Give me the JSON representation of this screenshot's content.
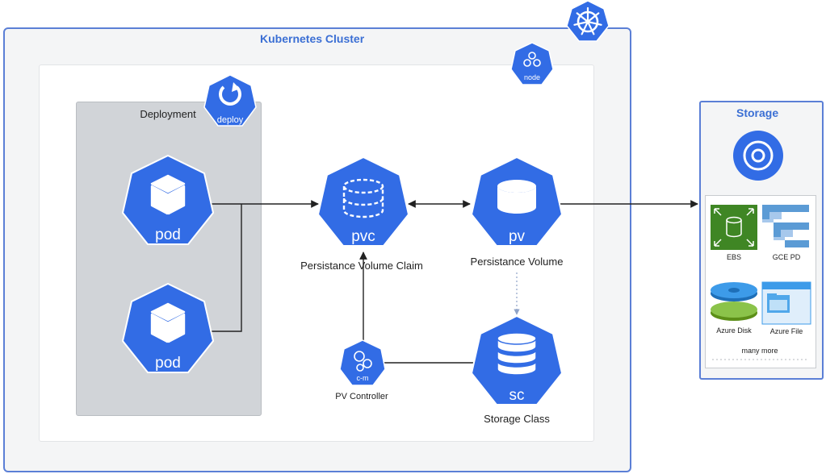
{
  "cluster": {
    "title": "Kubernetes Cluster"
  },
  "node": {
    "badge": "node"
  },
  "deployment": {
    "title": "Deployment",
    "badge": "deploy"
  },
  "pods": [
    {
      "label": "pod"
    },
    {
      "label": "pod"
    }
  ],
  "pvc": {
    "label": "pvc",
    "caption": "Persistance Volume Claim"
  },
  "pv": {
    "label": "pv",
    "caption": "Persistance Volume"
  },
  "sc": {
    "label": "sc",
    "caption": "Storage Class"
  },
  "controller": {
    "badge": "c-m",
    "caption": "PV Controller"
  },
  "storage": {
    "title": "Storage",
    "items": [
      {
        "label": "EBS"
      },
      {
        "label": "GCE PD"
      },
      {
        "label": "Azure Disk"
      },
      {
        "label": "Azure File"
      }
    ],
    "more": "many more"
  },
  "colors": {
    "k8s_blue": "#326ce5",
    "title_blue": "#3b6fd4",
    "panel_gray": "#cfd2d6",
    "ebs_green": "#3f8624"
  }
}
